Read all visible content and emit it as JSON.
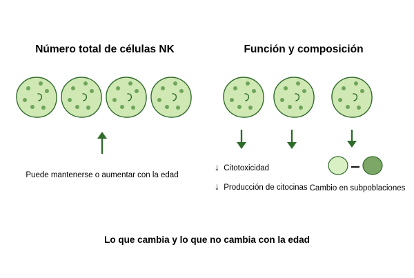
{
  "left_panel": {
    "title": "Número total de células NK",
    "caption": "Puede mantenerse o aumentar con la edad"
  },
  "right_panel": {
    "title": "Función y composición",
    "effects": [
      {
        "arrow": "↓",
        "text": "Citotoxicidad"
      },
      {
        "arrow": "↓",
        "text": "Producción de citocinas"
      }
    ],
    "subpopulation_caption": "Cambio en subpoblaciones"
  },
  "footer": "Lo que cambia y lo que no cambia con la edad",
  "colors": {
    "cell_fill": "#cfe8b4",
    "cell_stroke": "#2f6b2a",
    "granule": "#6fa55a",
    "arrow": "#2f6b2a",
    "light_cell": "#d9efc4",
    "dark_cell": "#7da766"
  }
}
